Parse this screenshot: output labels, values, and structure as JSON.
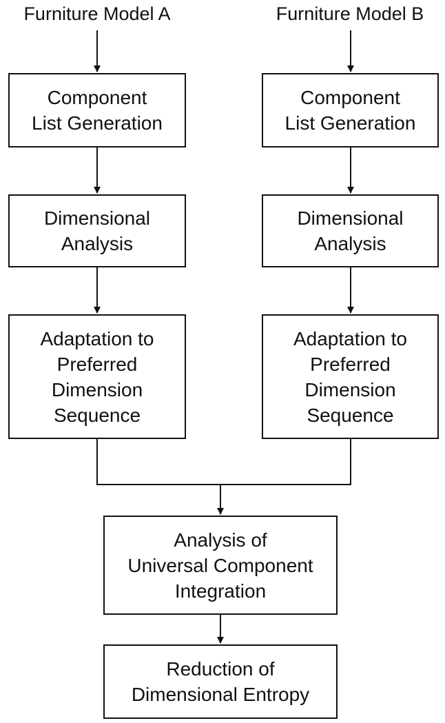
{
  "columns": [
    {
      "title": "Furniture Model A",
      "steps": [
        "Component\nList Generation",
        "Dimensional\nAnalysis",
        "Adaptation to\nPreferred\nDimension\nSequence"
      ]
    },
    {
      "title": "Furniture Model B",
      "steps": [
        "Component\nList Generation",
        "Dimensional\nAnalysis",
        "Adaptation to\nPreferred\nDimension\nSequence"
      ]
    }
  ],
  "merged_steps": [
    "Analysis of\nUniversal Component\nIntegration",
    "Reduction of\nDimensional Entropy"
  ],
  "colors": {
    "stroke": "#111111",
    "background": "#ffffff"
  }
}
